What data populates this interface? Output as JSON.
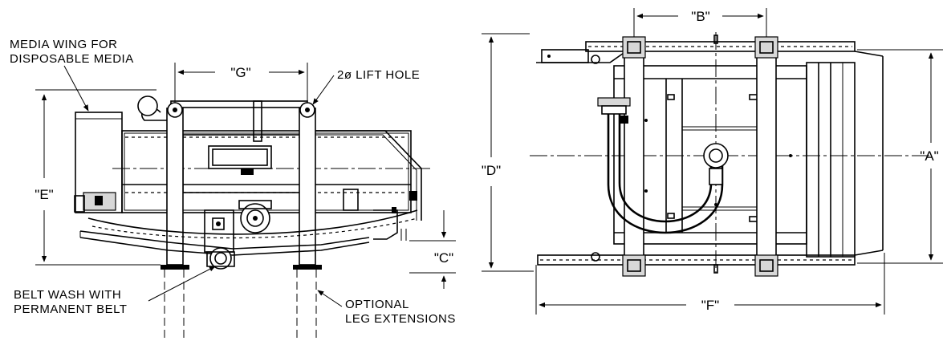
{
  "side_view": {
    "callouts": {
      "media_wing_line1": "MEDIA WING FOR",
      "media_wing_line2": "DISPOSABLE MEDIA",
      "lift_hole": "2ø LIFT HOLE",
      "belt_wash_line1": "BELT WASH WITH",
      "belt_wash_line2": "PERMANENT BELT",
      "leg_ext_line1": "OPTIONAL",
      "leg_ext_line2": "LEG EXTENSIONS"
    },
    "dimensions": {
      "g": "\"G\"",
      "e": "\"E\"",
      "c": "\"C\""
    }
  },
  "top_view": {
    "dimensions": {
      "b": "\"B\"",
      "d": "\"D\"",
      "a": "\"A\"",
      "f": "\"F\""
    }
  }
}
